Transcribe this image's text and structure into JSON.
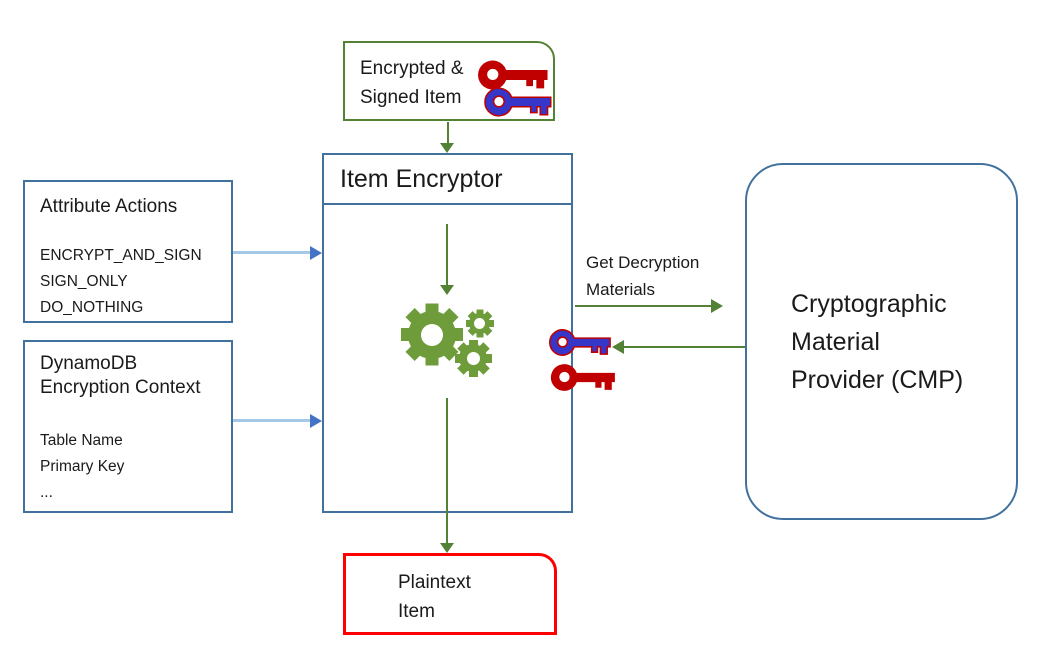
{
  "boxes": {
    "encrypted_item": {
      "line1": "Encrypted &",
      "line2": "Signed Item"
    },
    "item_encryptor": {
      "title": "Item Encryptor"
    },
    "attribute_actions": {
      "title": "Attribute Actions",
      "items": [
        "ENCRYPT_AND_SIGN",
        "SIGN_ONLY",
        "DO_NOTHING"
      ]
    },
    "encryption_context": {
      "title_line1": "DynamoDB",
      "title_line2": "Encryption Context",
      "items": [
        "Table Name",
        "Primary Key",
        "..."
      ]
    },
    "cmp": {
      "line1": "Cryptographic",
      "line2": "Material",
      "line3": "Provider (CMP)"
    },
    "plaintext_item": {
      "line1": "Plaintext",
      "line2": "Item"
    }
  },
  "labels": {
    "get_materials_line1": "Get Decryption",
    "get_materials_line2": "Materials"
  },
  "icons": {
    "top_keys": "red-key and blue-key",
    "middle_keys": "blue-key and red-key",
    "gears": "green processing gears"
  },
  "colors": {
    "green": "#538135",
    "blue": "#41719C",
    "light_blue_arrow": "#A5C8E8",
    "arrowhead_blue": "#4472C4",
    "red": "#FF0000",
    "key_red": "#C00000",
    "key_blue": "#3636C8",
    "gear_green": "#6E9C3A"
  }
}
